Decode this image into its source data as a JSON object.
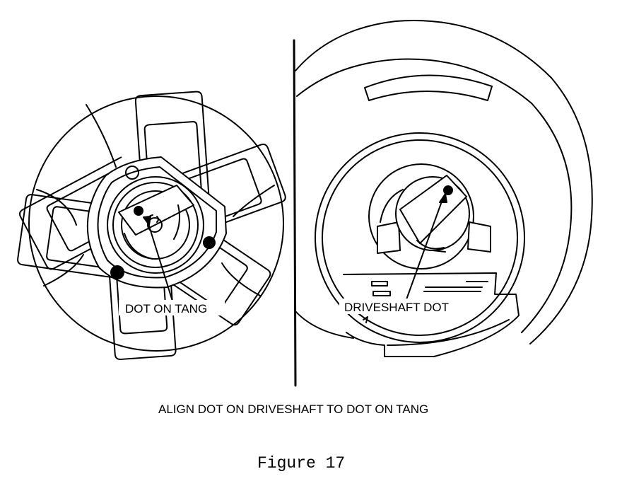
{
  "labels": {
    "dot_on_tang": "DOT ON TANG",
    "driveshaft_dot": "DRIVESHAFT DOT"
  },
  "caption": "ALIGN DOT ON DRIVESHAFT TO DOT ON TANG",
  "figure_label": "Figure 17"
}
